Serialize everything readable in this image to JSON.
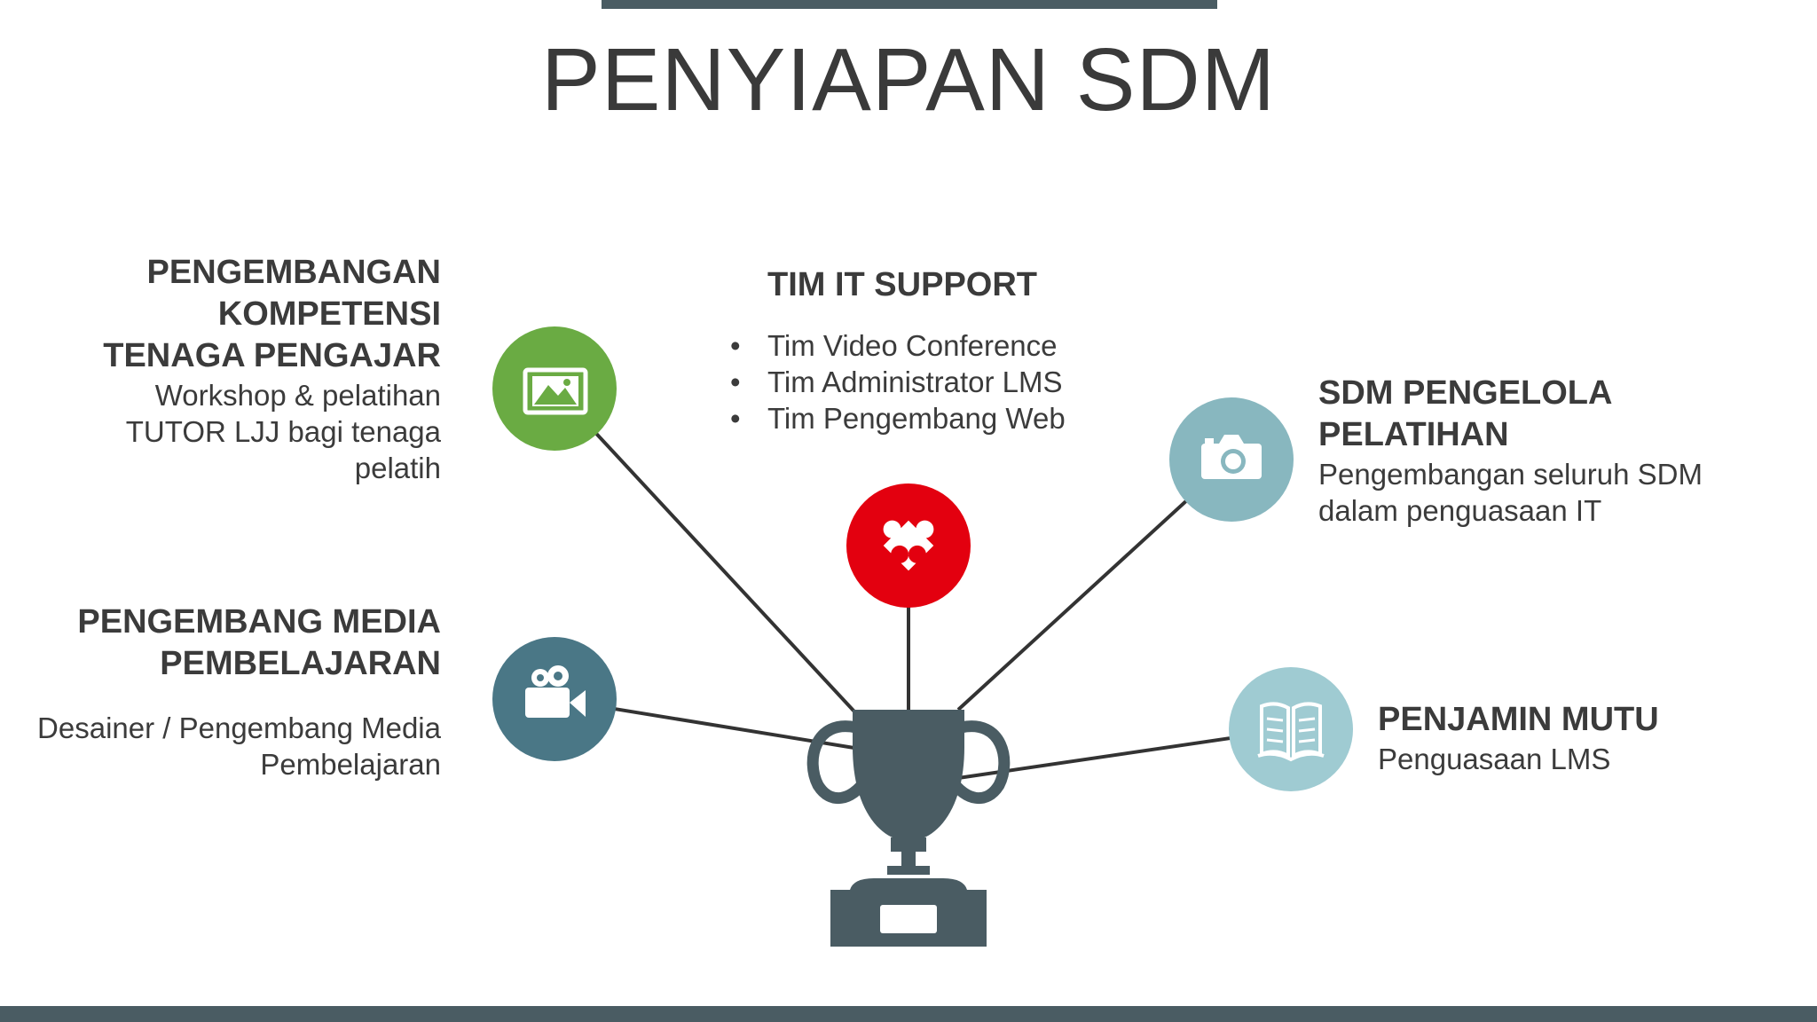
{
  "title": "PENYIAPAN SDM",
  "colors": {
    "bar": "#4a5c63",
    "trophy": "#4a5c63",
    "green": "#6aab43",
    "red": "#e3000f",
    "teal_dark": "#4a7786",
    "teal_mid": "#88b7bf",
    "teal_light": "#9fcbd2",
    "line": "#333333"
  },
  "nodes": {
    "competency": {
      "icon": "image-icon",
      "heading_lines": [
        "PENGEMBANGAN",
        "KOMPETENSI",
        "TENAGA PENGAJAR"
      ],
      "body_lines": [
        "Workshop & pelatihan",
        "TUTOR LJJ bagi tenaga",
        "pelatih"
      ]
    },
    "media": {
      "icon": "video-camera-icon",
      "heading_lines": [
        "PENGEMBANG MEDIA",
        "PEMBELAJARAN"
      ],
      "body_lines": [
        "Desainer / Pengembang Media",
        "Pembelajaran"
      ]
    },
    "it_support": {
      "icon": "puzzle-icon",
      "heading": "TIM IT SUPPORT",
      "bullets": [
        "Tim Video Conference",
        "Tim Administrator LMS",
        "Tim Pengembang Web"
      ]
    },
    "training": {
      "icon": "camera-icon",
      "heading_lines": [
        "SDM PENGELOLA",
        "PELATIHAN"
      ],
      "body_lines": [
        "Pengembangan seluruh SDM",
        "dalam penguasaan IT"
      ]
    },
    "quality": {
      "icon": "book-icon",
      "heading": "PENJAMIN MUTU",
      "body": "Penguasaan LMS"
    }
  }
}
